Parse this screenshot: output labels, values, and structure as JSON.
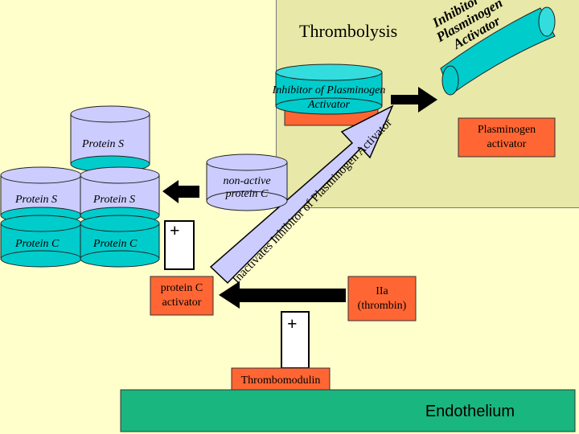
{
  "title": "Thrombolysis",
  "inhibitor_cylinder_label": "Inhibitor of Plasminogen Activator",
  "curved_label": "Inhibitor of Plasminogen Activator",
  "plasminogen_activator_box": "Plasminogen activator",
  "protein_s_top": "Protein S",
  "protein_s_left": "Protein S",
  "protein_s_mid": "Protein S",
  "protein_c_left": "Protein C",
  "protein_c_mid": "Protein C",
  "non_active_protein_c": "non-active protein C",
  "arrow_label": "Inactivates Inhibitor of Plasminogen Activator",
  "plus_top": "+",
  "plus_bottom": "+",
  "protein_c_activator": "protein C activator",
  "thrombin": "IIa (thrombin)",
  "thrombomodulin": "Thrombomodulin",
  "endothelium": "Endothelium",
  "colors": {
    "background": "#ffffcc",
    "panel": "#e8e8a8",
    "orange": "#ff6633",
    "cyan": "#00cccc",
    "lavender": "#ccccff",
    "endothelium": "#1ab680"
  }
}
